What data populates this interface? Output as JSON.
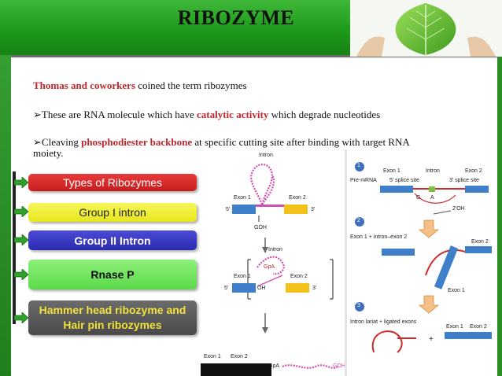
{
  "title": "RIBOZYME",
  "body": {
    "line1": {
      "highlight": "Thomas and coworkers",
      "rest": " coined the term ribozymes"
    },
    "line2": {
      "bullet": "➢",
      "before": "These are RNA molecule which have ",
      "highlight": "catalytic activity",
      "after": " which degrade nucleotides"
    },
    "line3": {
      "bullet": "➢",
      "before": "Cleaving ",
      "highlight": "phosphodiester backbone",
      "after": " at specific cutting site after binding with target RNA",
      "line2": "moiety."
    }
  },
  "types": {
    "header": "Types of Ribozymes",
    "items": [
      {
        "label": "Group I intron",
        "color": "#eded3a"
      },
      {
        "label": "Group II Intron",
        "color": "#3333c2"
      },
      {
        "label": "Rnase P",
        "color": "#6fe35b"
      },
      {
        "label": "Hammer head ribozyme and",
        "label2": "Hair pin ribozymes",
        "color": "#5a5a5a"
      }
    ]
  },
  "diagram_left": {
    "intron_top": "Intron",
    "exon1": "Exon 1",
    "exon2": "Exon 2",
    "five_prime": "5'",
    "three_prime": "3'",
    "goh": "GOH",
    "intron_mid": "Intron",
    "ga": "GpA",
    "exon1_b": "Exon 1",
    "exon2_b": "Exon 2",
    "oh": "OH",
    "five_b": "5'",
    "three_b": "3'",
    "exon1_c": "Exon 1",
    "exon2_c": "Exon 2",
    "gpa_c": "+ GpA",
    "goh_c": "GOH"
  },
  "diagram_right": {
    "step1": "1",
    "step2": "2",
    "step3": "3",
    "premrna": "Pre-mRNA",
    "exon1": "Exon 1",
    "intron": "Intron",
    "exon2": "Exon 2",
    "splice5": "5' splice site",
    "splice3": "3' splice site",
    "g": "G",
    "a": "A",
    "oh": "2'OH",
    "exon1_intron_exon2": "Exon 1 + intron–exon 2",
    "exon2_b": "Exon 2",
    "exon1_b": "Exon 1",
    "lariat": "Intron lariat + ligated exons",
    "exon1_c": "Exon 1",
    "exon2_c": "Exon 2",
    "plus": "+"
  }
}
